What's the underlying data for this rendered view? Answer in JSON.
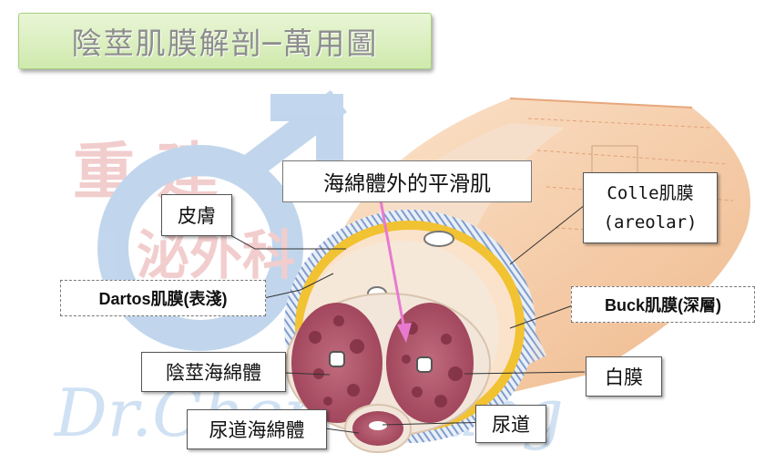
{
  "title": "陰莖肌膜解剖─萬用圖",
  "watermark": {
    "cn_line1": "重 建",
    "cn_line2": "泌外科",
    "signature": "Dr.Chen-Chang"
  },
  "callout": "海綿體外的平滑肌",
  "labels": {
    "skin": "皮膚",
    "dartos": "Dartos肌膜(表淺)",
    "corpus_cavernosum": "陰莖海綿體",
    "corpus_spongiosum": "尿道海綿體",
    "colle_line1": "Colle肌膜",
    "colle_line2": "(areolar)",
    "buck": "Buck肌膜(深層)",
    "tunica": "白膜",
    "urethra": "尿道"
  },
  "colors": {
    "title_bg": "#d8eebd",
    "watermark_red": "#e8a5a5",
    "watermark_blue": "#8fb6df",
    "callout_arrow": "#e77ad0",
    "erectile_tissue": "#b2566b",
    "tunica_white": "#f2e6da",
    "skin_peach": "#f4cba6",
    "dartos_yellow": "#f1c232",
    "buck_blue": "#6f8fc4"
  }
}
